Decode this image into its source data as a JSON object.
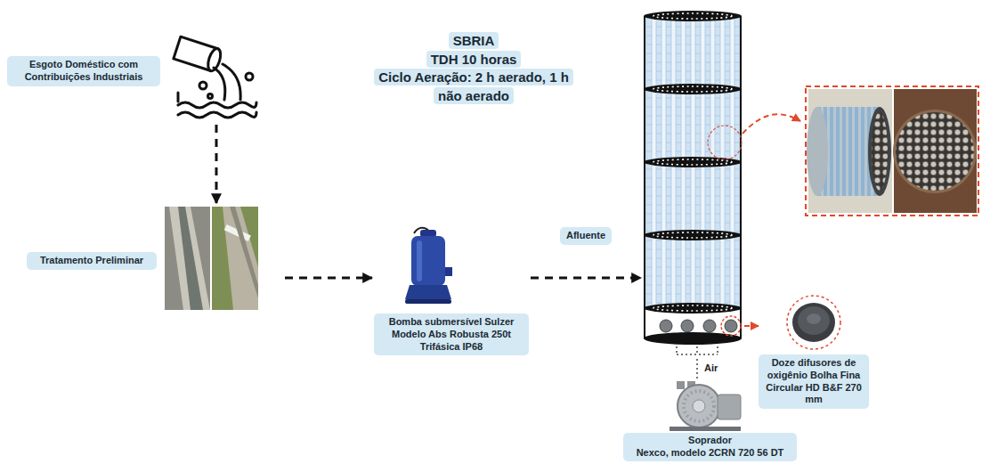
{
  "diagram": {
    "nodes": [
      {
        "text": [
          "Esgoto Doméstico com Contribuições Industriais"
        ]
      },
      {
        "text": [
          "Tratamento Preliminar"
        ]
      },
      {
        "text": [
          "Bomba submersível Sulzer Modelo Abs Robusta 250t Trifásica IP68"
        ]
      },
      {
        "text": [
          "SBRIA",
          "TDH 10 horas",
          "Ciclo Aeração: 2 h aerado, 1 h não aerado"
        ]
      },
      {
        "text": [
          "Doze difusores de oxigênio Bolha Fina Circular HD B&F 270 mm"
        ]
      },
      {
        "text": [
          "Soprador",
          "Nexco, modelo 2CRN 720 56 DT"
        ]
      }
    ],
    "edges": [
      {
        "from": 0,
        "to": 1,
        "arrow": "to"
      },
      {
        "from": 1,
        "to": 2,
        "arrow": "to"
      },
      {
        "from": 2,
        "to": 3,
        "label": "Afluente",
        "arrow": "to"
      },
      {
        "from": 3,
        "to": 4,
        "arrow": "to"
      },
      {
        "from": 5,
        "to": 3,
        "label": "Air",
        "arrow": "none"
      }
    ]
  }
}
